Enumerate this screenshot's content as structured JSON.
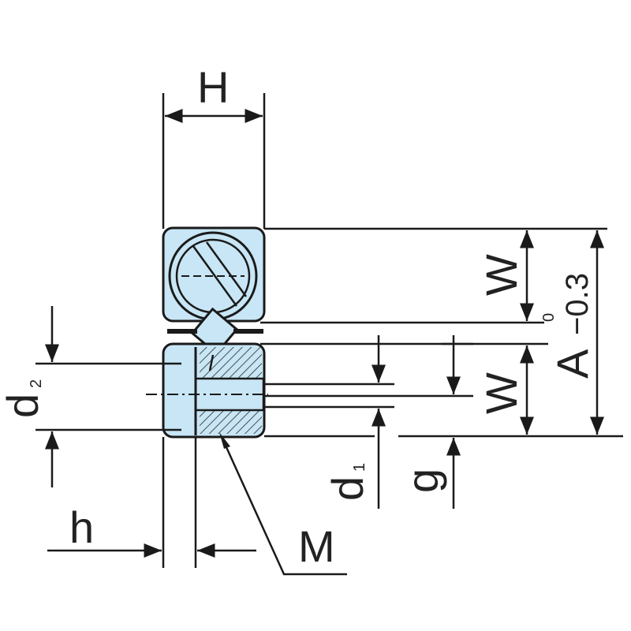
{
  "labels": {
    "H": "H",
    "W_top": "W",
    "W_top_sub": "0",
    "W_bottom": "W",
    "A": "A",
    "A_tol": "−0.3",
    "d2": "d",
    "d2_sub": "2",
    "d1": "d",
    "d1_sub": "1",
    "g": "g",
    "h": "h",
    "M": "M"
  },
  "colors": {
    "fill": "#c8e6f5",
    "line": "#1a1a1a",
    "hatch": "#333333"
  }
}
